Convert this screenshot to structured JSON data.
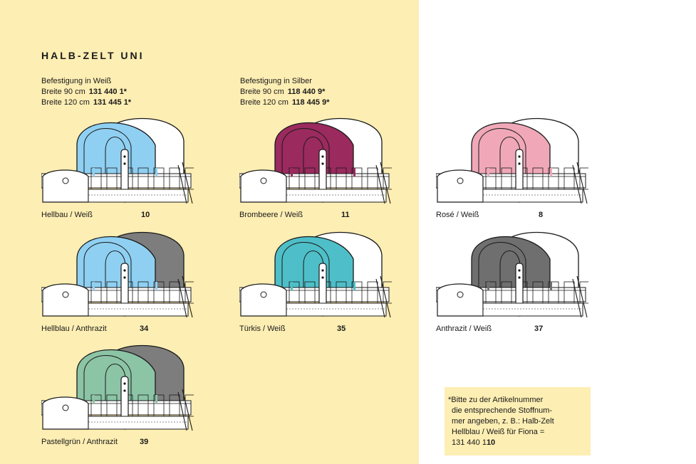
{
  "title": "HALB-ZELT UNI",
  "spec_left": {
    "heading": "Befestigung in Weiß",
    "rows": [
      {
        "label": "Breite 90 cm",
        "code": "131 440 1*"
      },
      {
        "label": "Breite 120 cm",
        "code": "131 445 1*"
      }
    ]
  },
  "spec_right": {
    "heading": "Befestigung in Silber",
    "rows": [
      {
        "label": "Breite 90 cm",
        "code": "118 440 9*"
      },
      {
        "label": "Breite 120 cm",
        "code": "118 445 9*"
      }
    ]
  },
  "products": [
    {
      "label": "Hellbau / Weiß",
      "number": "10",
      "front_color": "#8fd0f2",
      "back_color": "#ffffff"
    },
    {
      "label": "Brombeere / Weiß",
      "number": "11",
      "front_color": "#9b2a5e",
      "back_color": "#ffffff"
    },
    {
      "label": "Rosé / Weiß",
      "number": "8",
      "front_color": "#f0a8b8",
      "back_color": "#ffffff"
    },
    {
      "label": "Hellblau / Anthrazit",
      "number": "34",
      "front_color": "#8fd0f2",
      "back_color": "#7d7d7d"
    },
    {
      "label": "Türkis / Weiß",
      "number": "35",
      "front_color": "#4ebfc8",
      "back_color": "#ffffff"
    },
    {
      "label": "Anthrazit / Weiß",
      "number": "37",
      "front_color": "#6f6f6f",
      "back_color": "#ffffff"
    },
    {
      "label": "Pastellgrün / Anthrazit",
      "number": "39",
      "front_color": "#8cc4a6",
      "back_color": "#7d7d7d"
    }
  ],
  "note": {
    "line1": "*Bitte zu der Artikelnummer",
    "line2": "die entsprechende Stoffnum-",
    "line3": "mer angeben, z. B.: Halb-Zelt",
    "line4": "Hellblau / Weiß für Fiona =",
    "line5_prefix": "131 440 1",
    "line5_bold": "10"
  },
  "colors": {
    "panel": "#fdeeb3",
    "outline": "#1a1a1a"
  }
}
